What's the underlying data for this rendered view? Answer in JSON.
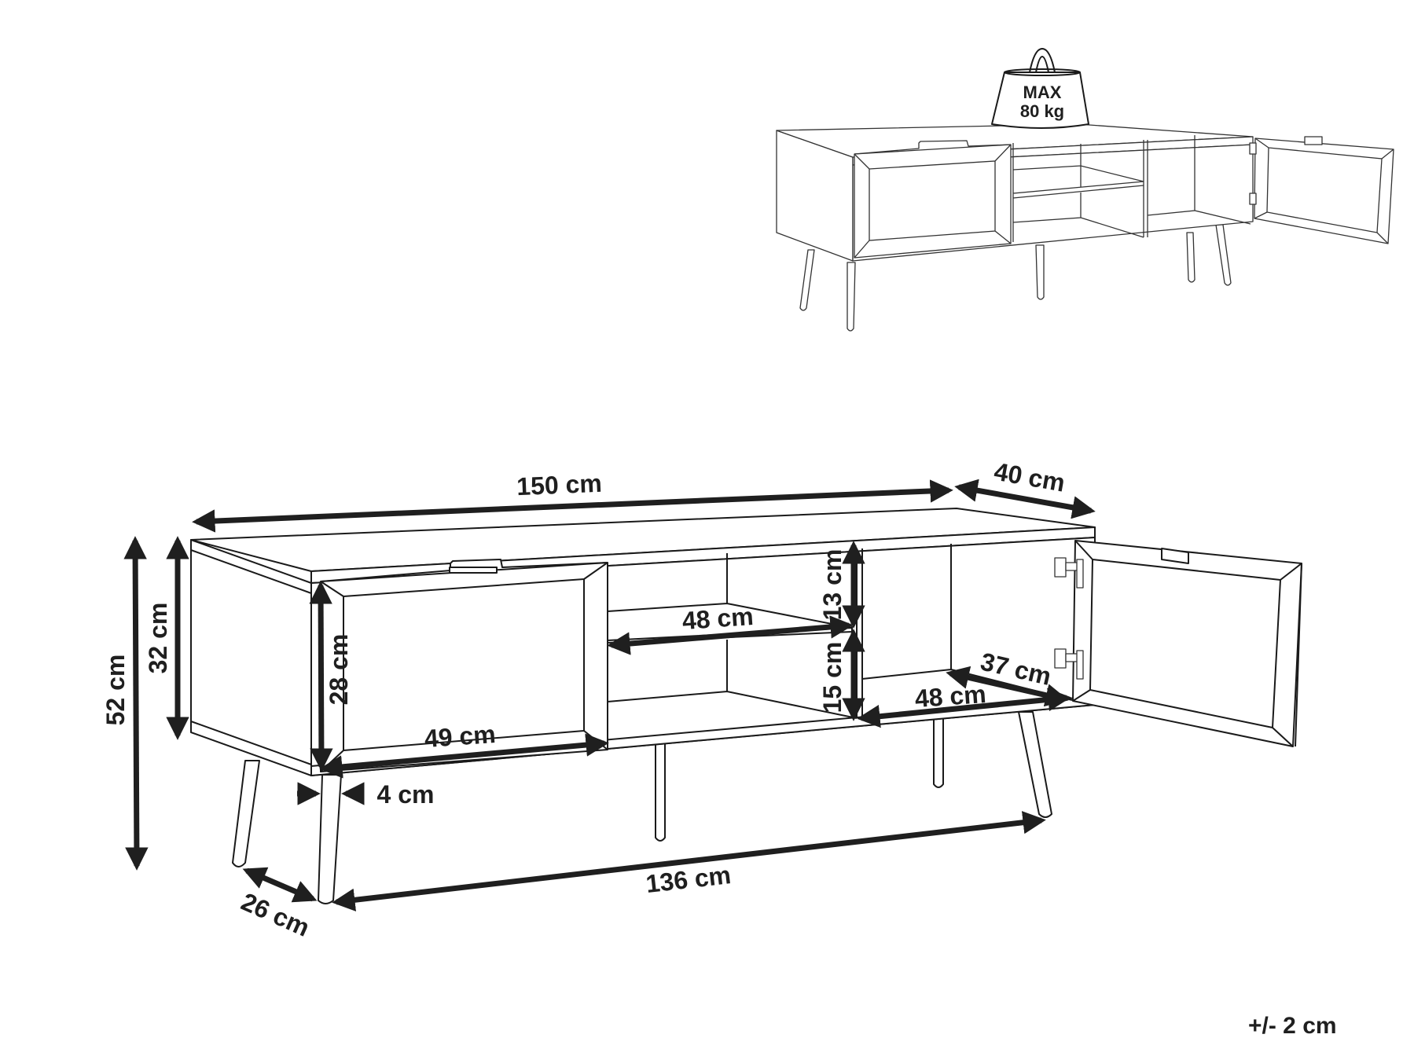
{
  "product": "TV stand (2 doors, 2 open shelves) – dimension diagram",
  "load_badge": {
    "line1": "MAX",
    "line2": "80 kg",
    "icon": "weight-icon"
  },
  "dimensions": {
    "width": "150 cm",
    "depth": "40 cm",
    "total_height": "52 cm",
    "body_height": "32 cm",
    "door_height": "28 cm",
    "door_width": "49 cm",
    "shelf_width_upper": "48 cm",
    "shelf_width_lower": "48 cm",
    "upper_compartment_height": "13 cm",
    "lower_compartment_height": "15 cm",
    "cabinet_depth": "37 cm",
    "leg_width": "4 cm",
    "leg_span_width": "136 cm",
    "leg_span_depth": "26 cm"
  },
  "tolerance": "+/- 2 cm",
  "colors": {
    "line": "#1a1a1a",
    "background": "#ffffff",
    "arrow": "#1f1f1f"
  }
}
